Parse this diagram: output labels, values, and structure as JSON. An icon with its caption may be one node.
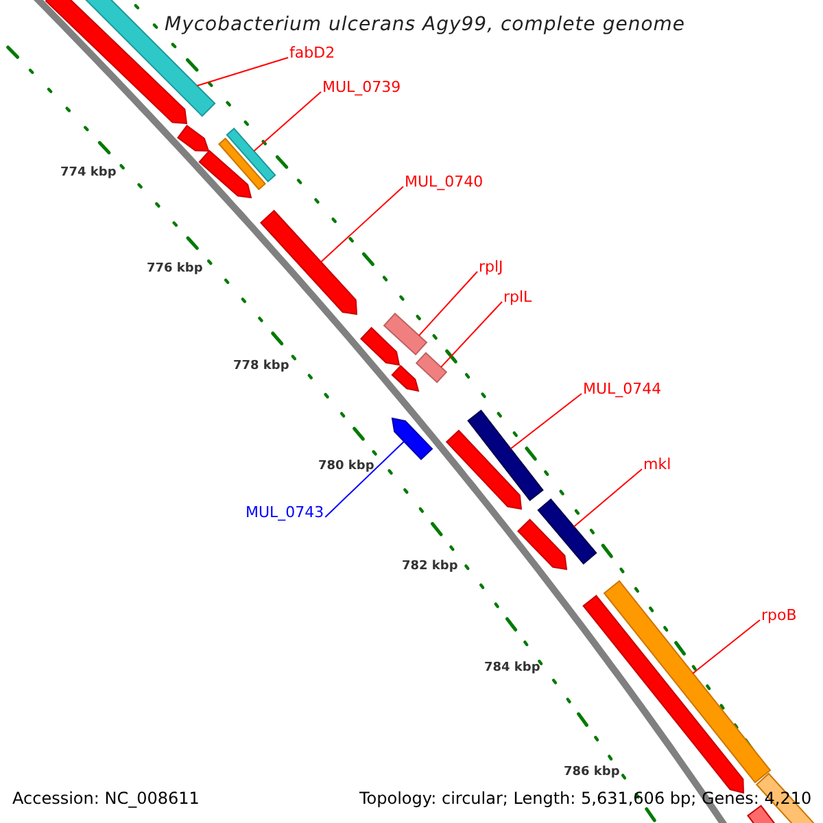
{
  "diagram": {
    "title": "Mycobacterium ulcerans Agy99, complete genome",
    "nodes": [
      {
        "text": [
          "fabD2"
        ]
      },
      {
        "text": [],
        "shape": "bar"
      },
      {
        "text": [
          "MUL_0739"
        ]
      },
      {
        "text": [],
        "shape": "bar"
      },
      {
        "text": [
          "MUL_0740"
        ]
      },
      {
        "text": [],
        "shape": "arrow"
      },
      {
        "text": [
          "rplJ"
        ]
      },
      {
        "text": [],
        "shape": "bar"
      },
      {
        "text": [
          "rplL"
        ]
      },
      {
        "text": [],
        "shape": "bar"
      },
      {
        "text": [
          "MUL_0744"
        ]
      },
      {
        "text": [],
        "shape": "bar"
      },
      {
        "text": [
          "MUL_0743"
        ]
      },
      {
        "text": [],
        "shape": "arrow"
      },
      {
        "text": [
          "mkl"
        ]
      },
      {
        "text": [],
        "shape": "bar"
      },
      {
        "text": [
          "rpoB"
        ]
      },
      {
        "text": [],
        "shape": "bar"
      },
      {
        "text": [],
        "shape": "arrow"
      },
      {
        "text": [],
        "shape": "arrow"
      },
      {
        "text": [],
        "shape": "bar"
      },
      {
        "text": [],
        "shape": "arrow"
      },
      {
        "text": [],
        "shape": "arrow"
      },
      {
        "text": [],
        "shape": "arrow"
      },
      {
        "text": [],
        "shape": "arrow"
      },
      {
        "text": [],
        "shape": "arrow"
      },
      {
        "text": [],
        "shape": "arrow"
      },
      {
        "text": [],
        "shape": "bar"
      },
      {
        "text": [],
        "shape": "bar"
      }
    ],
    "edges": [
      {
        "from": 0,
        "to": 1,
        "arrow": "none"
      },
      {
        "from": 2,
        "to": 3,
        "arrow": "none"
      },
      {
        "from": 4,
        "to": 5,
        "arrow": "none"
      },
      {
        "from": 6,
        "to": 7,
        "arrow": "none"
      },
      {
        "from": 8,
        "to": 9,
        "arrow": "none"
      },
      {
        "from": 10,
        "to": 11,
        "arrow": "none"
      },
      {
        "from": 12,
        "to": 13,
        "arrow": "none",
        "color": "#0000ff"
      },
      {
        "from": 14,
        "to": 15,
        "arrow": "none"
      },
      {
        "from": 16,
        "to": 17,
        "arrow": "none"
      }
    ],
    "labels": [
      "774 kbp",
      "776 kbp",
      "778 kbp",
      "780 kbp",
      "782 kbp",
      "784 kbp",
      "786 kbp",
      "Accession: NC_008611",
      "Topology: circular; Length: 5,631,606 bp; Genes: 4,210"
    ]
  }
}
